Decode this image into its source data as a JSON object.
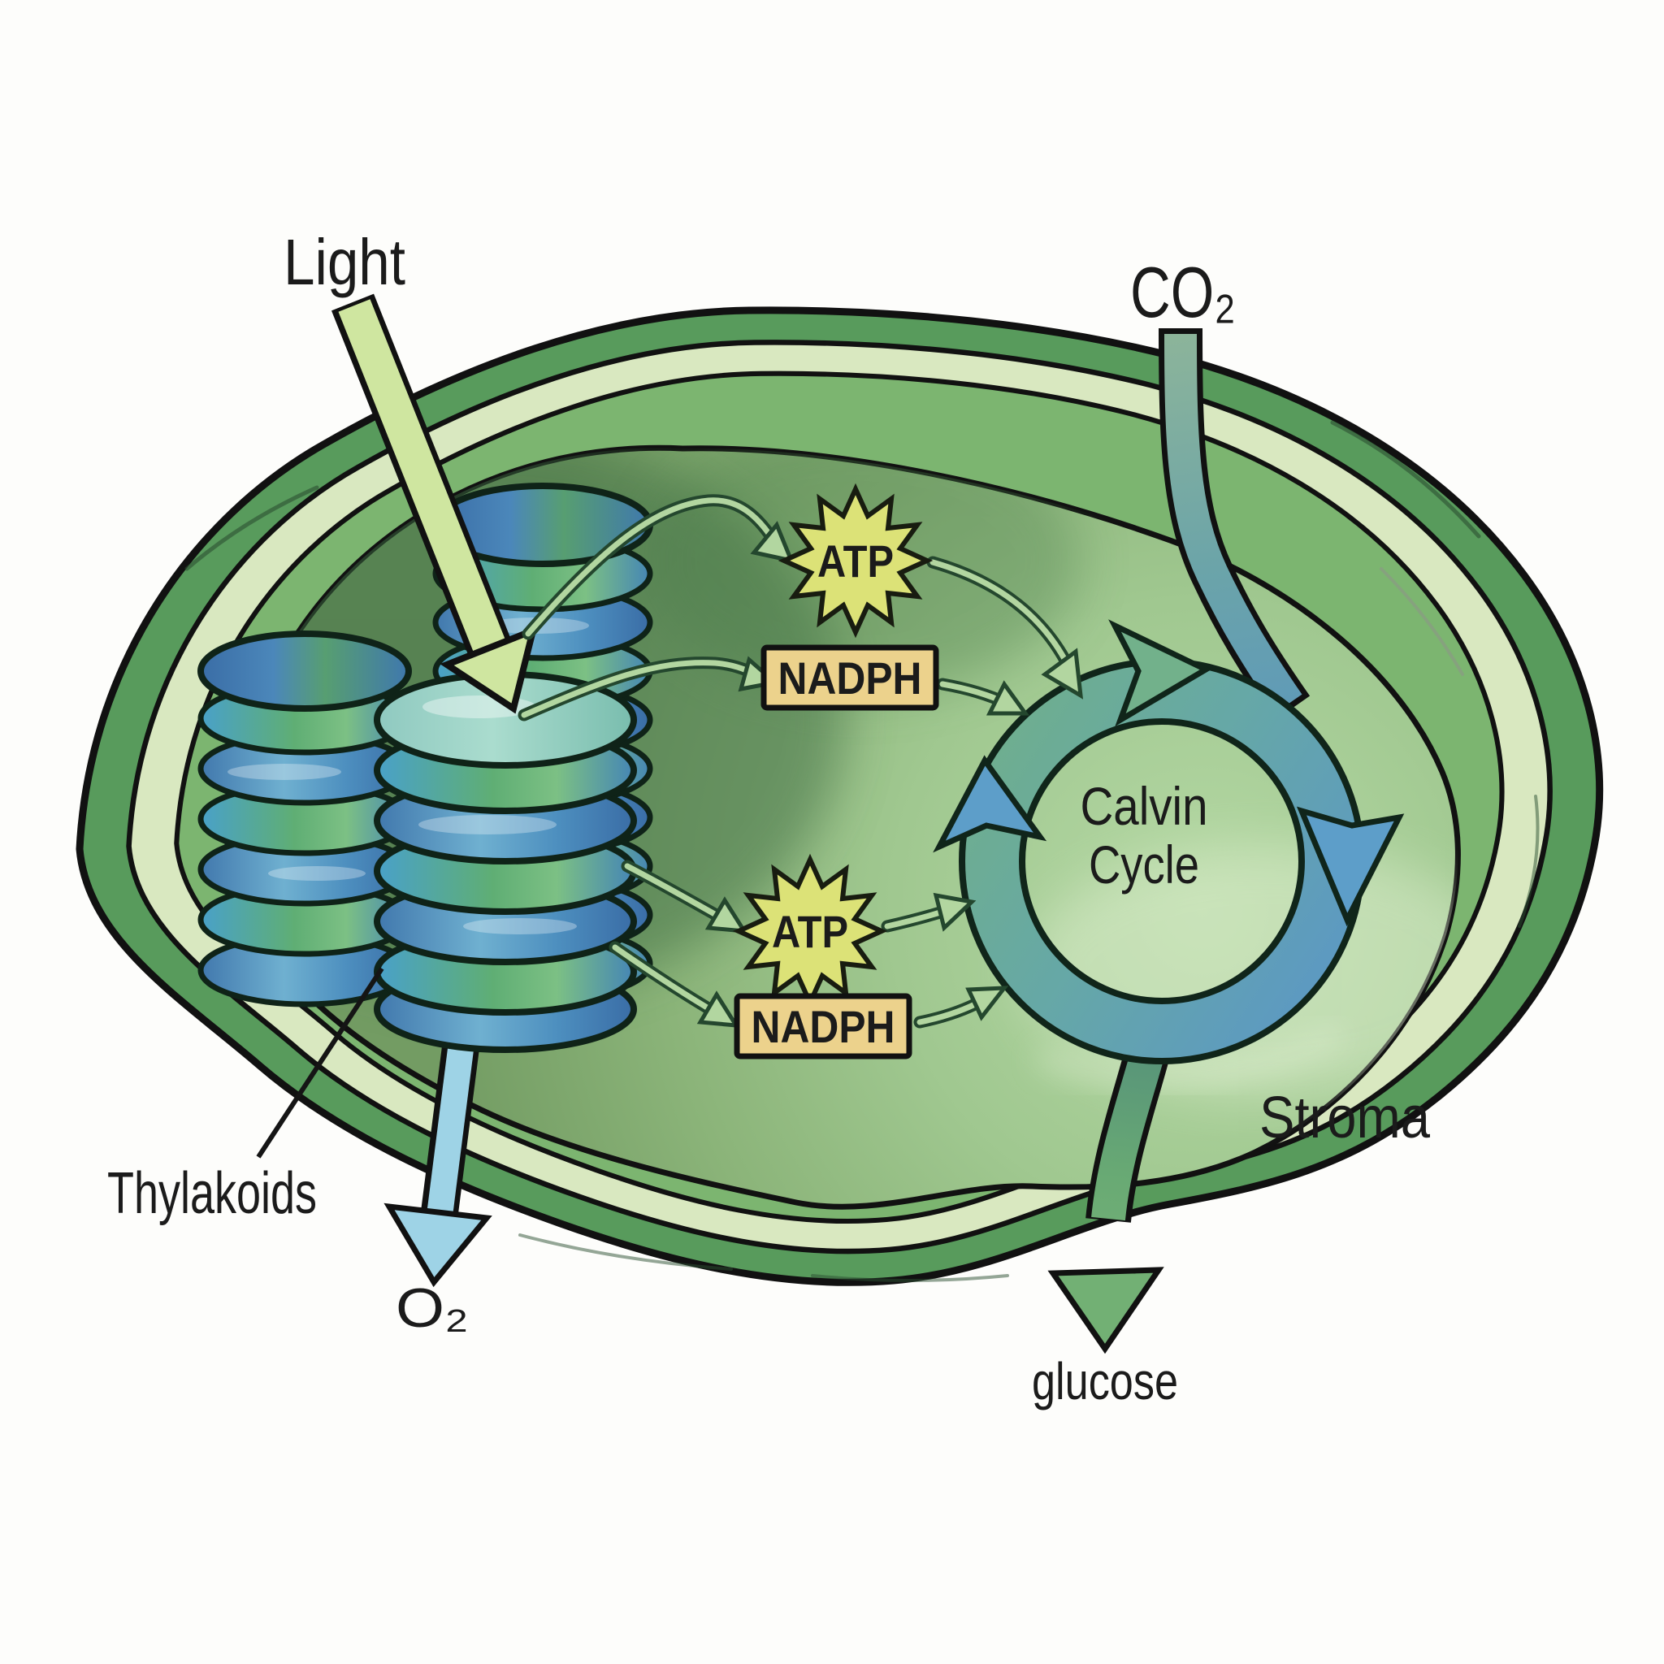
{
  "diagram": {
    "labels": {
      "light": "Light",
      "co2": "CO₂",
      "atp_upper": "ATP",
      "nadph_upper": "NADPH",
      "atp_lower": "ATP",
      "nadph_lower": "NADPH",
      "calvin_line1": "Calvin",
      "calvin_line2": "Cycle",
      "stroma": "Stroma",
      "thylakoids": "Thylakoids",
      "o2": "O₂",
      "glucose": "glucose"
    },
    "colors": {
      "outer_membrane_green": "#589b5c",
      "membrane_light_band": "#d9e8c0",
      "inner_membrane_green": "#7cb570",
      "stroma_green": "#a0c890",
      "thylakoid_blue": "#4a85b8",
      "thylakoid_green": "#5fae74",
      "thylakoid_top_teal": "#9ccfc2",
      "atp_star_yellow": "#dce277",
      "nadph_box_tan": "#ecd28c",
      "ring_green": "#70af8b",
      "ring_blue": "#5b97c6",
      "light_beam_green": "#cfe6a0",
      "o2_arrow_blue": "#9ed3e6",
      "co2_tube_teal": "#6ba4a9",
      "glucose_arrow_green": "#72b074",
      "outline_black": "#111111"
    }
  }
}
